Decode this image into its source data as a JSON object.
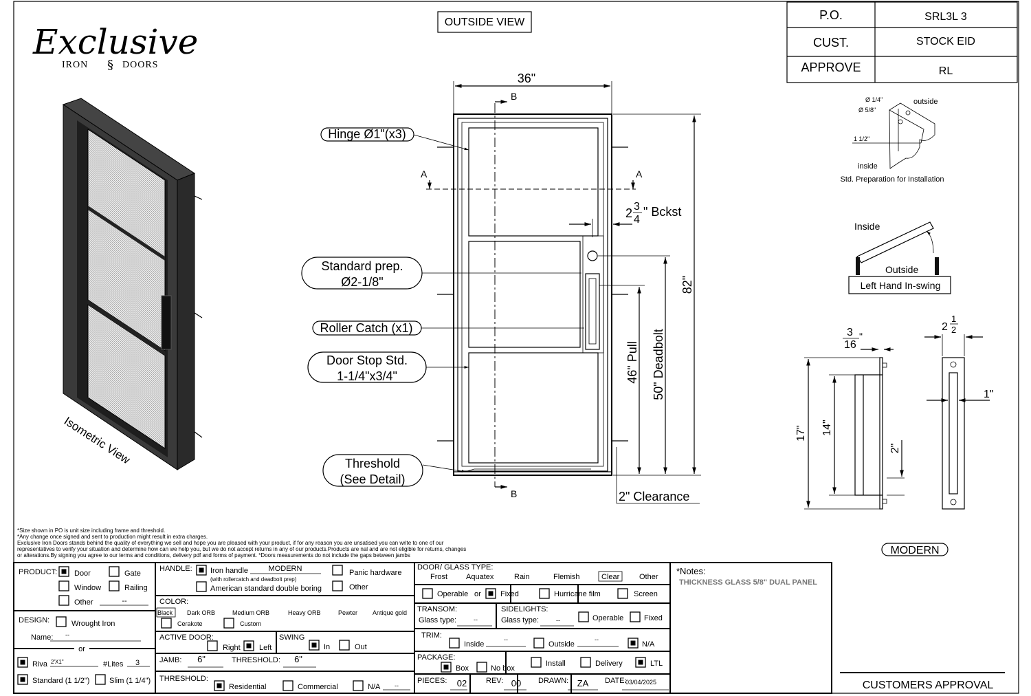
{
  "logo": {
    "script": "Exclusive",
    "sub_left": "IRON",
    "sub_right": "DOORS"
  },
  "view_title": "OUTSIDE VIEW",
  "title_block": {
    "po_label": "P.O.",
    "po_value": "SRL3L 3",
    "cust_label": "CUST.",
    "cust_value": "STOCK EID",
    "approve_label": "APPROVE",
    "approve_value": "RL"
  },
  "isometric_label": "Isometric View",
  "elevation": {
    "width": "36\"",
    "height": "82\"",
    "deadbolt": "50\" Deadbolt",
    "pull": "46\" Pull",
    "backset_whole": "2",
    "backset_num": "3",
    "backset_den": "4",
    "backset_suffix": "\" Bckst",
    "clearance": "2\" Clearance",
    "section_a": "A",
    "section_b": "B",
    "callouts": {
      "hinge": "Hinge Ø1\"(x3)",
      "standard_prep_1": "Standard prep.",
      "standard_prep_2": "Ø2-1/8\"",
      "roller_catch": "Roller Catch (x1)",
      "door_stop_1": "Door Stop Std.",
      "door_stop_2": "1-1/4\"x3/4\"",
      "threshold_1": "Threshold",
      "threshold_2": "(See Detail)"
    }
  },
  "install_detail": {
    "d1": "Ø 1/4\"",
    "d2": "Ø 5/8\"",
    "outside": "outside",
    "inside": "inside",
    "width": "1 1/2\"",
    "caption": "Std. Preparation for Installation"
  },
  "swing_detail": {
    "inside": "Inside",
    "outside": "Outside",
    "caption": "Left Hand In-swing"
  },
  "handle_detail": {
    "thickness_num": "3",
    "thickness_den": "16",
    "width_whole": "2",
    "width_num": "1",
    "width_den": "2",
    "overall": "17\"",
    "grip": "14\"",
    "offset": "2\"",
    "bar": "1\"",
    "style": "MODERN"
  },
  "disclaimer": [
    "*Size shown in PO is unit size including frame and threshold.",
    "*Any change once signed and sent to production might result in extra charges.",
    "Exclusive Iron Doors stands behind the quality of everything we sell and hope you are pleased with your product, if for any reason you are unsatised you can write to one of our",
    "representatives to verify your situation and determine how can we help you, but we do not accept returns in any of our products.Products are nal and are not eligible for returns, changes",
    "or alterations.By signing you agree to our terms and conditions, delivery pdf and forms of payment. *Doors measurements do not include the gaps between jambs"
  ],
  "form": {
    "product": {
      "label": "PRODUCT:",
      "door": "Door",
      "gate": "Gate",
      "window": "Window",
      "railing": "Railing",
      "other": "Other",
      "other_value": "--",
      "checked": {
        "door": true,
        "gate": false,
        "window": false,
        "railing": false,
        "other": false
      }
    },
    "design": {
      "label": "DESIGN:",
      "wrought_iron": "Wrought Iron",
      "name_label": "Name:",
      "name_value": "--",
      "or": "or",
      "riva": "Riva",
      "riva_value": "2'X1\"",
      "lites_label": "#Lites",
      "lites_value": "3",
      "standard": "Standard (1 1/2\")",
      "slim": "Slim (1 1/4\")",
      "checked": {
        "wrought_iron": false,
        "riva": true,
        "standard": true,
        "slim": false
      }
    },
    "handle": {
      "label": "HANDLE:",
      "iron_handle": "Iron handle",
      "iron_value": "MODERN",
      "iron_note": "(with rollercatch and deadbolt prep)",
      "american": "American standard double boring",
      "panic": "Panic hardware",
      "other": "Other",
      "checked": {
        "iron_handle": true,
        "american": false,
        "panic": false,
        "other": false
      }
    },
    "color": {
      "label": "COLOR:",
      "options": [
        "Black",
        "Dark ORB",
        "Medium ORB",
        "Heavy ORB",
        "Pewter",
        "Antique gold"
      ],
      "selected": "Black",
      "cerakote": "Cerakote",
      "custom": "Custom",
      "checked": {
        "cerakote": false,
        "custom": false
      }
    },
    "active_door": {
      "label": "ACTIVE DOOR:",
      "right": "Right",
      "left": "Left",
      "checked": {
        "right": false,
        "left": true
      }
    },
    "swing": {
      "label": "SWING",
      "in": "In",
      "out": "Out",
      "checked": {
        "in": true,
        "out": false
      }
    },
    "jamb": {
      "label": "JAMB:",
      "value": "6\"",
      "threshold_label": "THRESHOLD:",
      "threshold_value": "6\""
    },
    "threshold": {
      "label": "THRESHOLD:",
      "residential": "Residential",
      "commercial": "Commercial",
      "na": "N/A",
      "na_value": "--",
      "checked": {
        "residential": true,
        "commercial": false,
        "na": false
      }
    },
    "glass": {
      "label": "DOOR/ GLASS TYPE:",
      "options": [
        "Frost",
        "Aquatex",
        "Rain",
        "Flemish",
        "Clear",
        "Other"
      ],
      "selected": "Clear",
      "operable": "Operable",
      "or": "or",
      "fixed": "Fixed",
      "hurricane": "Hurricane film",
      "screen": "Screen",
      "checked": {
        "operable": false,
        "fixed": true,
        "hurricane": false,
        "screen": false
      }
    },
    "transom": {
      "label": "TRANSOM:",
      "glass_label": "Glass type:",
      "glass_value": "--"
    },
    "sidelights": {
      "label": "SIDELIGHTS:",
      "glass_label": "Glass type:",
      "glass_value": "--",
      "operable": "Operable",
      "fixed": "Fixed",
      "checked": {
        "operable": false,
        "fixed": false
      }
    },
    "trim": {
      "label": "TRIM:",
      "inside": "Inside",
      "inside_value": "--",
      "outside": "Outside",
      "outside_value": "--",
      "na": "N/A",
      "checked": {
        "inside": false,
        "outside": false,
        "na": true
      }
    },
    "package": {
      "label": "PACKAGE:",
      "box": "Box",
      "no_box": "No box",
      "install": "Install",
      "delivery": "Delivery",
      "ltl": "LTL",
      "checked": {
        "box": true,
        "no_box": false,
        "install": false,
        "delivery": false,
        "ltl": true
      }
    },
    "footer": {
      "pieces_label": "PIECES:",
      "pieces": "02",
      "rev_label": "REV:",
      "rev": "00",
      "drawn_label": "DRAWN:",
      "drawn": "ZA",
      "date_label": "DATE:",
      "date": "03/04/2025"
    },
    "notes": {
      "label": "*Notes:",
      "text": "THICKNESS GLASS 5/8\" DUAL PANEL"
    }
  },
  "customers_approval": "CUSTOMERS APPROVAL"
}
